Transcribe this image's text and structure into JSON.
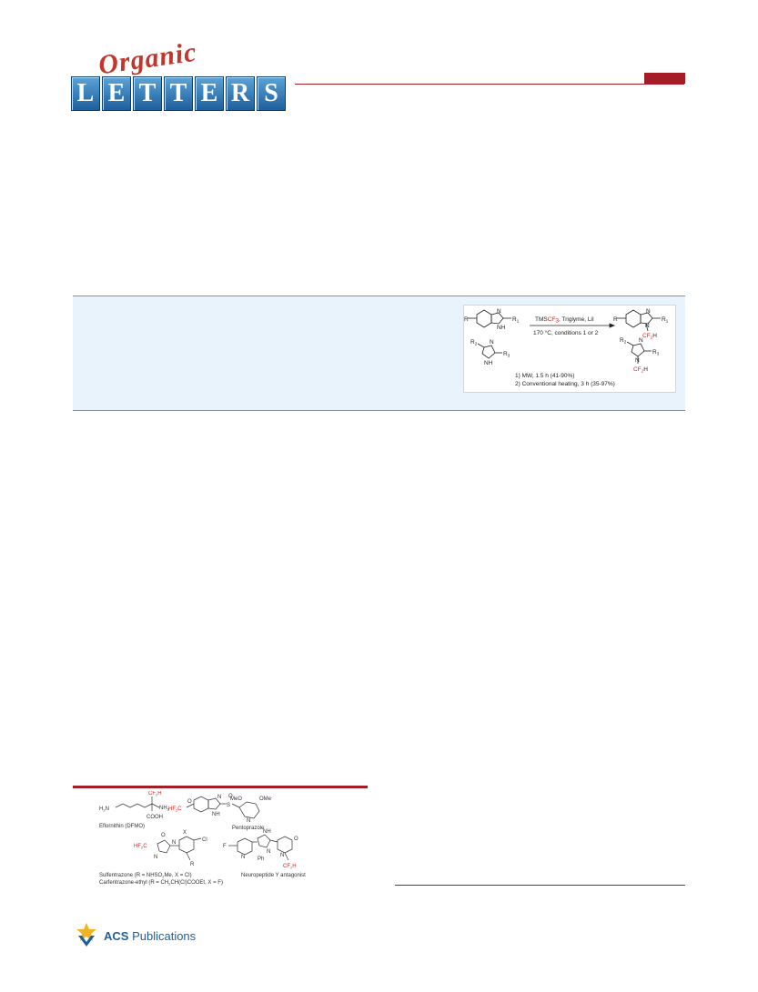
{
  "journal": {
    "script_word": "Organic",
    "letters": [
      "L",
      "E",
      "T",
      "T",
      "E",
      "R",
      "S"
    ]
  },
  "toc_graphic": {
    "reagents": [
      "TMS",
      "CF",
      "3",
      ", Triglyme, LiI"
    ],
    "conditions": "170 °C, conditions 1 or 2",
    "condition_1": "1) MW, 1.5 h (41-90%)",
    "condition_2": "2) Conventional heating, 3 h (35-97%)",
    "labels": {
      "R": "R",
      "R1": "R",
      "R2": "R",
      "R3": "R",
      "N": "N",
      "NH": "NH",
      "CF2H": "CF",
      "H": "H"
    }
  },
  "figure1": {
    "compounds": [
      {
        "name": "Eflornithin (DFMO)"
      },
      {
        "name": "Pentoprazole"
      },
      {
        "name": "Sulfentrazone  (R = NHSO",
        "sub": "2",
        "tail": "Me, X = Cl)"
      },
      {
        "name": "Carfentrazone-ethyl (R = CH",
        "sub": "2",
        "tail": "CH(Cl)COOEt, X = F)"
      },
      {
        "name": "Neuropeptide Y antagonist"
      }
    ],
    "labels": {
      "h2n": "H",
      "nh2": "NH",
      "cooh": "COOH",
      "cf2h": "CF",
      "h": "H",
      "hf2co": "HF",
      "co": "C",
      "o": "O",
      "s": "S",
      "meo": "MeO",
      "ome": "OMe",
      "n": "N",
      "nh": "NH",
      "x": "X",
      "cl": "Cl",
      "r": "R",
      "f": "F",
      "ph": "Ph"
    }
  },
  "footer": {
    "acs_bold": "ACS",
    "acs_rest": " Publications"
  },
  "colors": {
    "accent": "#a31c26",
    "abstract_bg": "#e8f3fb",
    "highlight": "#e0201a",
    "acs_blue": "#1e5f9c"
  }
}
